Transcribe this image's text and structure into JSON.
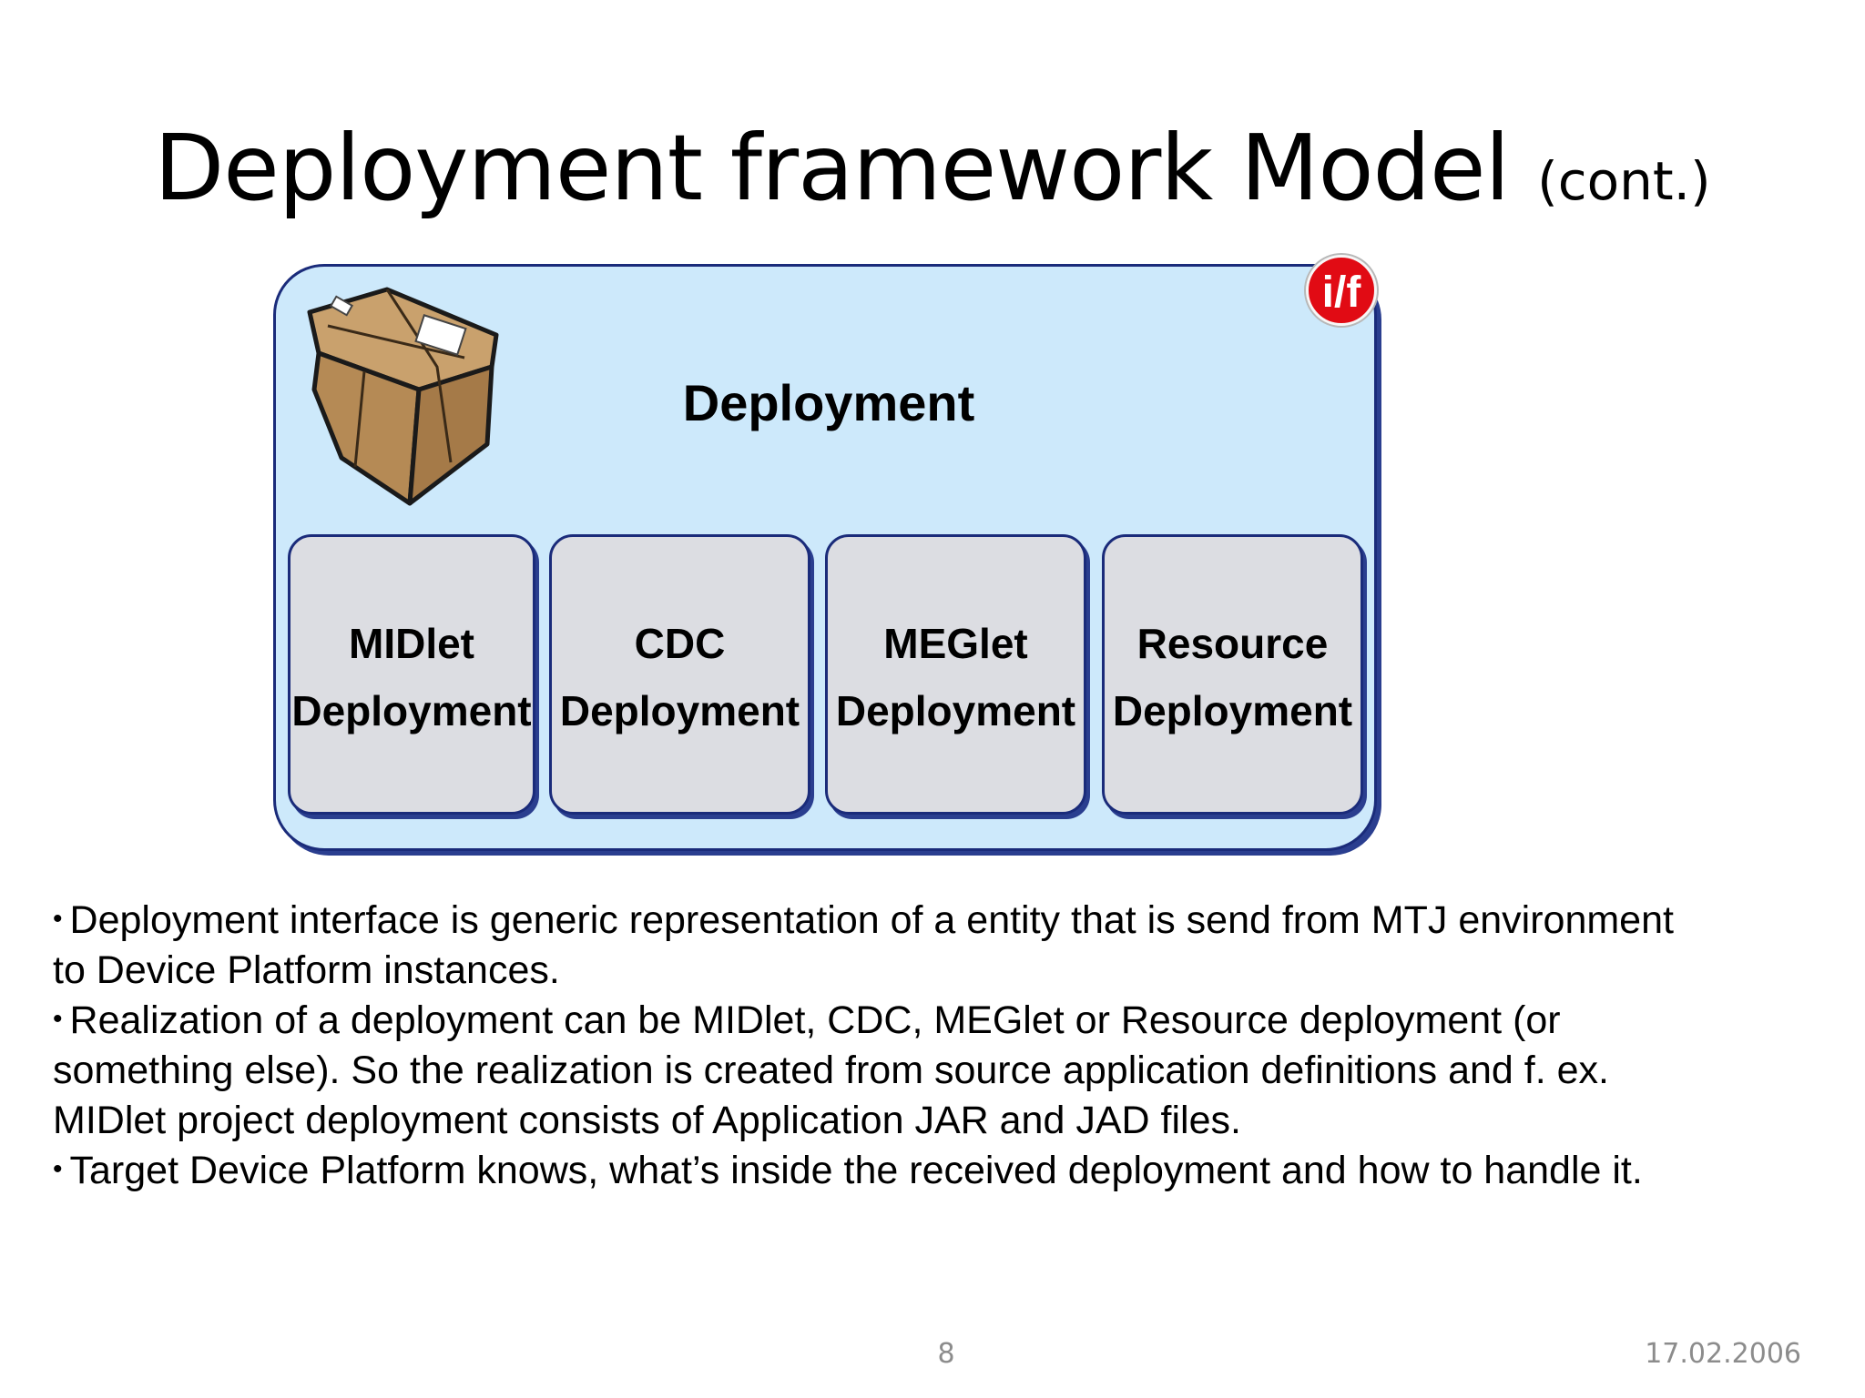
{
  "slide": {
    "title": "Deployment framework Model",
    "title_suffix": "(cont.)"
  },
  "diagram": {
    "label": "Deployment",
    "badge": "i/f",
    "boxes": [
      {
        "line1": "MIDlet",
        "line2": "Deployment"
      },
      {
        "line1": "CDC",
        "line2": "Deployment"
      },
      {
        "line1": "MEGlet",
        "line2": "Deployment"
      },
      {
        "line1": "Resource",
        "line2": "Deployment"
      }
    ]
  },
  "bullets": [
    "Deployment interface is generic representation of a entity that is send from MTJ environment to Device Platform instances.",
    "Realization of a deployment can be MIDlet, CDC, MEGlet or Resource deployment (or something else). So the realization is created from source application definitions and f. ex. MIDlet project deployment consists of Application JAR and JAD files.",
    "Target Device Platform knows, what’s inside the received deployment and how to handle it."
  ],
  "footer": {
    "page_number": "8",
    "date": "17.02.2006"
  }
}
